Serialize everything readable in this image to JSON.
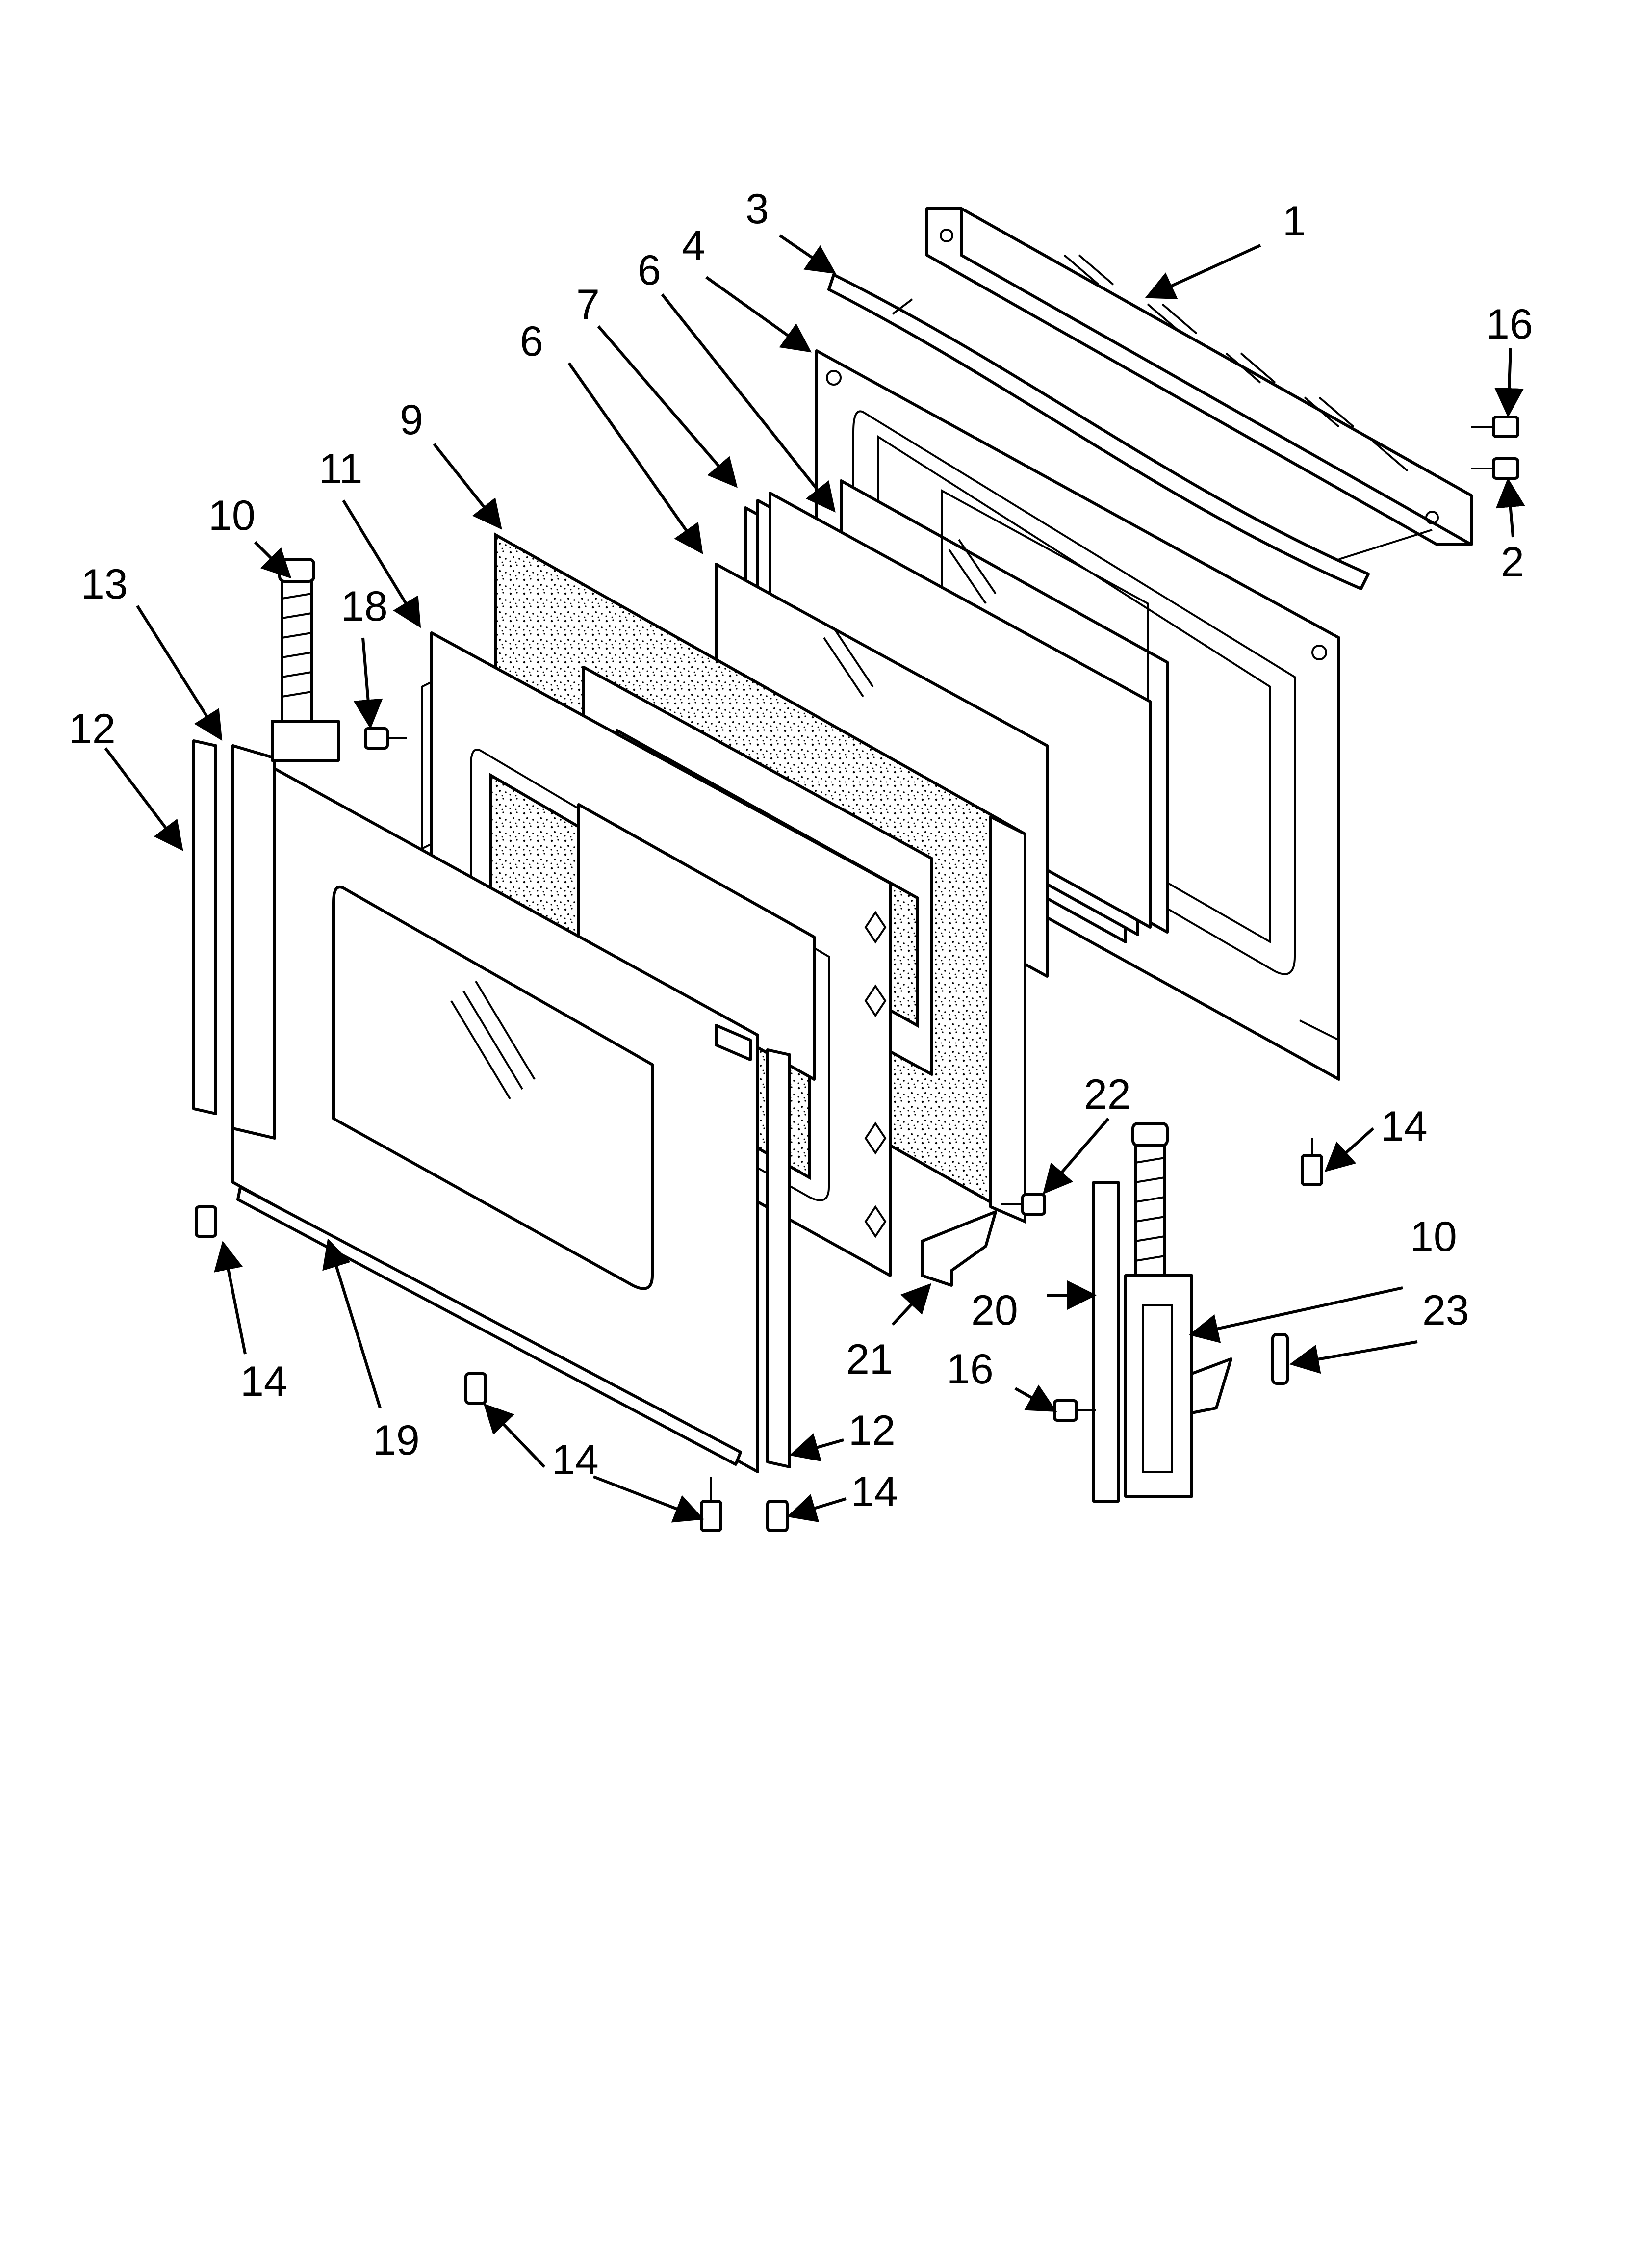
{
  "callouts": {
    "c1": "1",
    "c2": "2",
    "c3": "3",
    "c4": "4",
    "c6a": "6",
    "c6b": "6",
    "c7": "7",
    "c9": "9",
    "c10a": "10",
    "c10b": "10",
    "c11": "11",
    "c12a": "12",
    "c12b": "12",
    "c13": "13",
    "c14a": "14",
    "c14b": "14",
    "c14c": "14",
    "c14d": "14",
    "c16a": "16",
    "c16b": "16",
    "c18": "18",
    "c19": "19",
    "c20": "20",
    "c21": "21",
    "c22": "22",
    "c23": "23"
  }
}
